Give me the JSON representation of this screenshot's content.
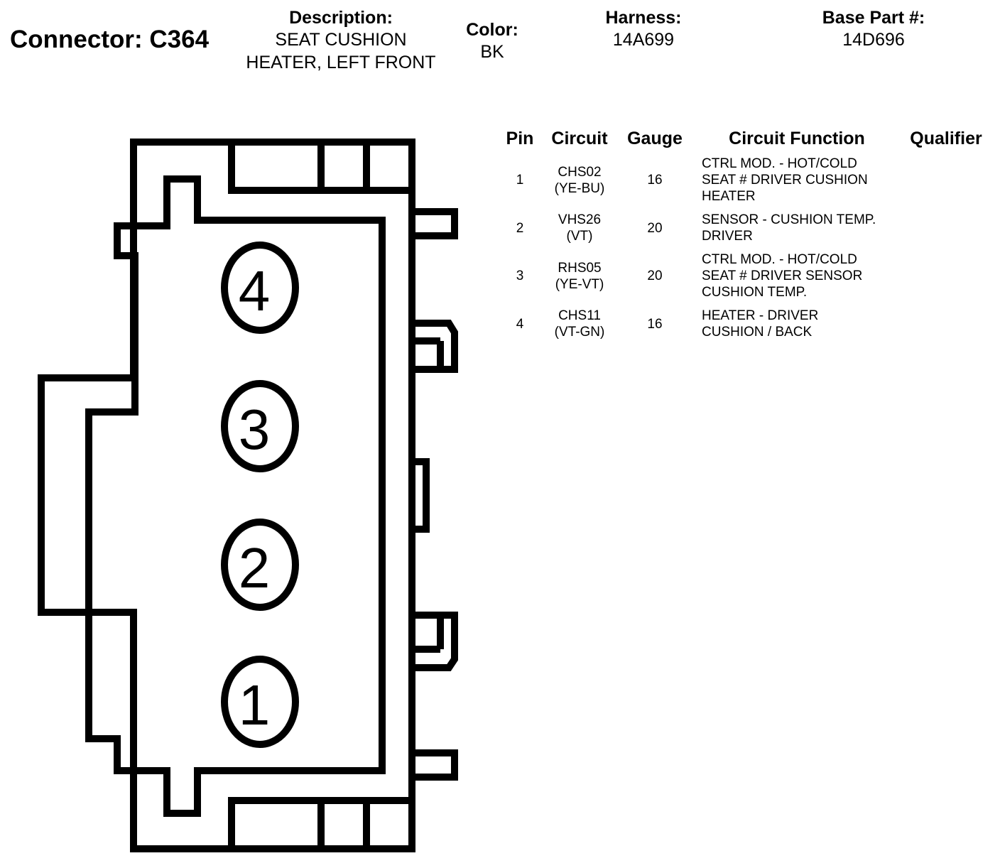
{
  "connector": {
    "title": "Connector: C364",
    "description_label": "Description:",
    "description_line1": "SEAT CUSHION",
    "description_line2": "HEATER, LEFT FRONT",
    "color_label": "Color:",
    "color_value": "BK",
    "harness_label": "Harness:",
    "harness_value": "14A699",
    "base_part_label": "Base Part #:",
    "base_part_value": "14D696"
  },
  "diagram": {
    "pin_labels": [
      "4",
      "3",
      "2",
      "1"
    ]
  },
  "table": {
    "headers": {
      "pin": "Pin",
      "circuit": "Circuit",
      "gauge": "Gauge",
      "function": "Circuit Function",
      "qualifier": "Qualifier"
    },
    "rows": [
      {
        "pin": "1",
        "circuit": "CHS02",
        "circuit_color": "(YE-BU)",
        "gauge": "16",
        "function_lines": [
          "CTRL MOD. - HOT/COLD",
          "SEAT # DRIVER CUSHION",
          "HEATER"
        ],
        "qualifier": ""
      },
      {
        "pin": "2",
        "circuit": "VHS26",
        "circuit_color": "(VT)",
        "gauge": "20",
        "function_lines": [
          "SENSOR - CUSHION TEMP.",
          "DRIVER"
        ],
        "qualifier": ""
      },
      {
        "pin": "3",
        "circuit": "RHS05",
        "circuit_color": "(YE-VT)",
        "gauge": "20",
        "function_lines": [
          "CTRL MOD. - HOT/COLD",
          "SEAT # DRIVER SENSOR",
          "CUSHION TEMP."
        ],
        "qualifier": ""
      },
      {
        "pin": "4",
        "circuit": "CHS11",
        "circuit_color": "(VT-GN)",
        "gauge": "16",
        "function_lines": [
          "HEATER - DRIVER",
          "CUSHION / BACK"
        ],
        "qualifier": ""
      }
    ]
  }
}
